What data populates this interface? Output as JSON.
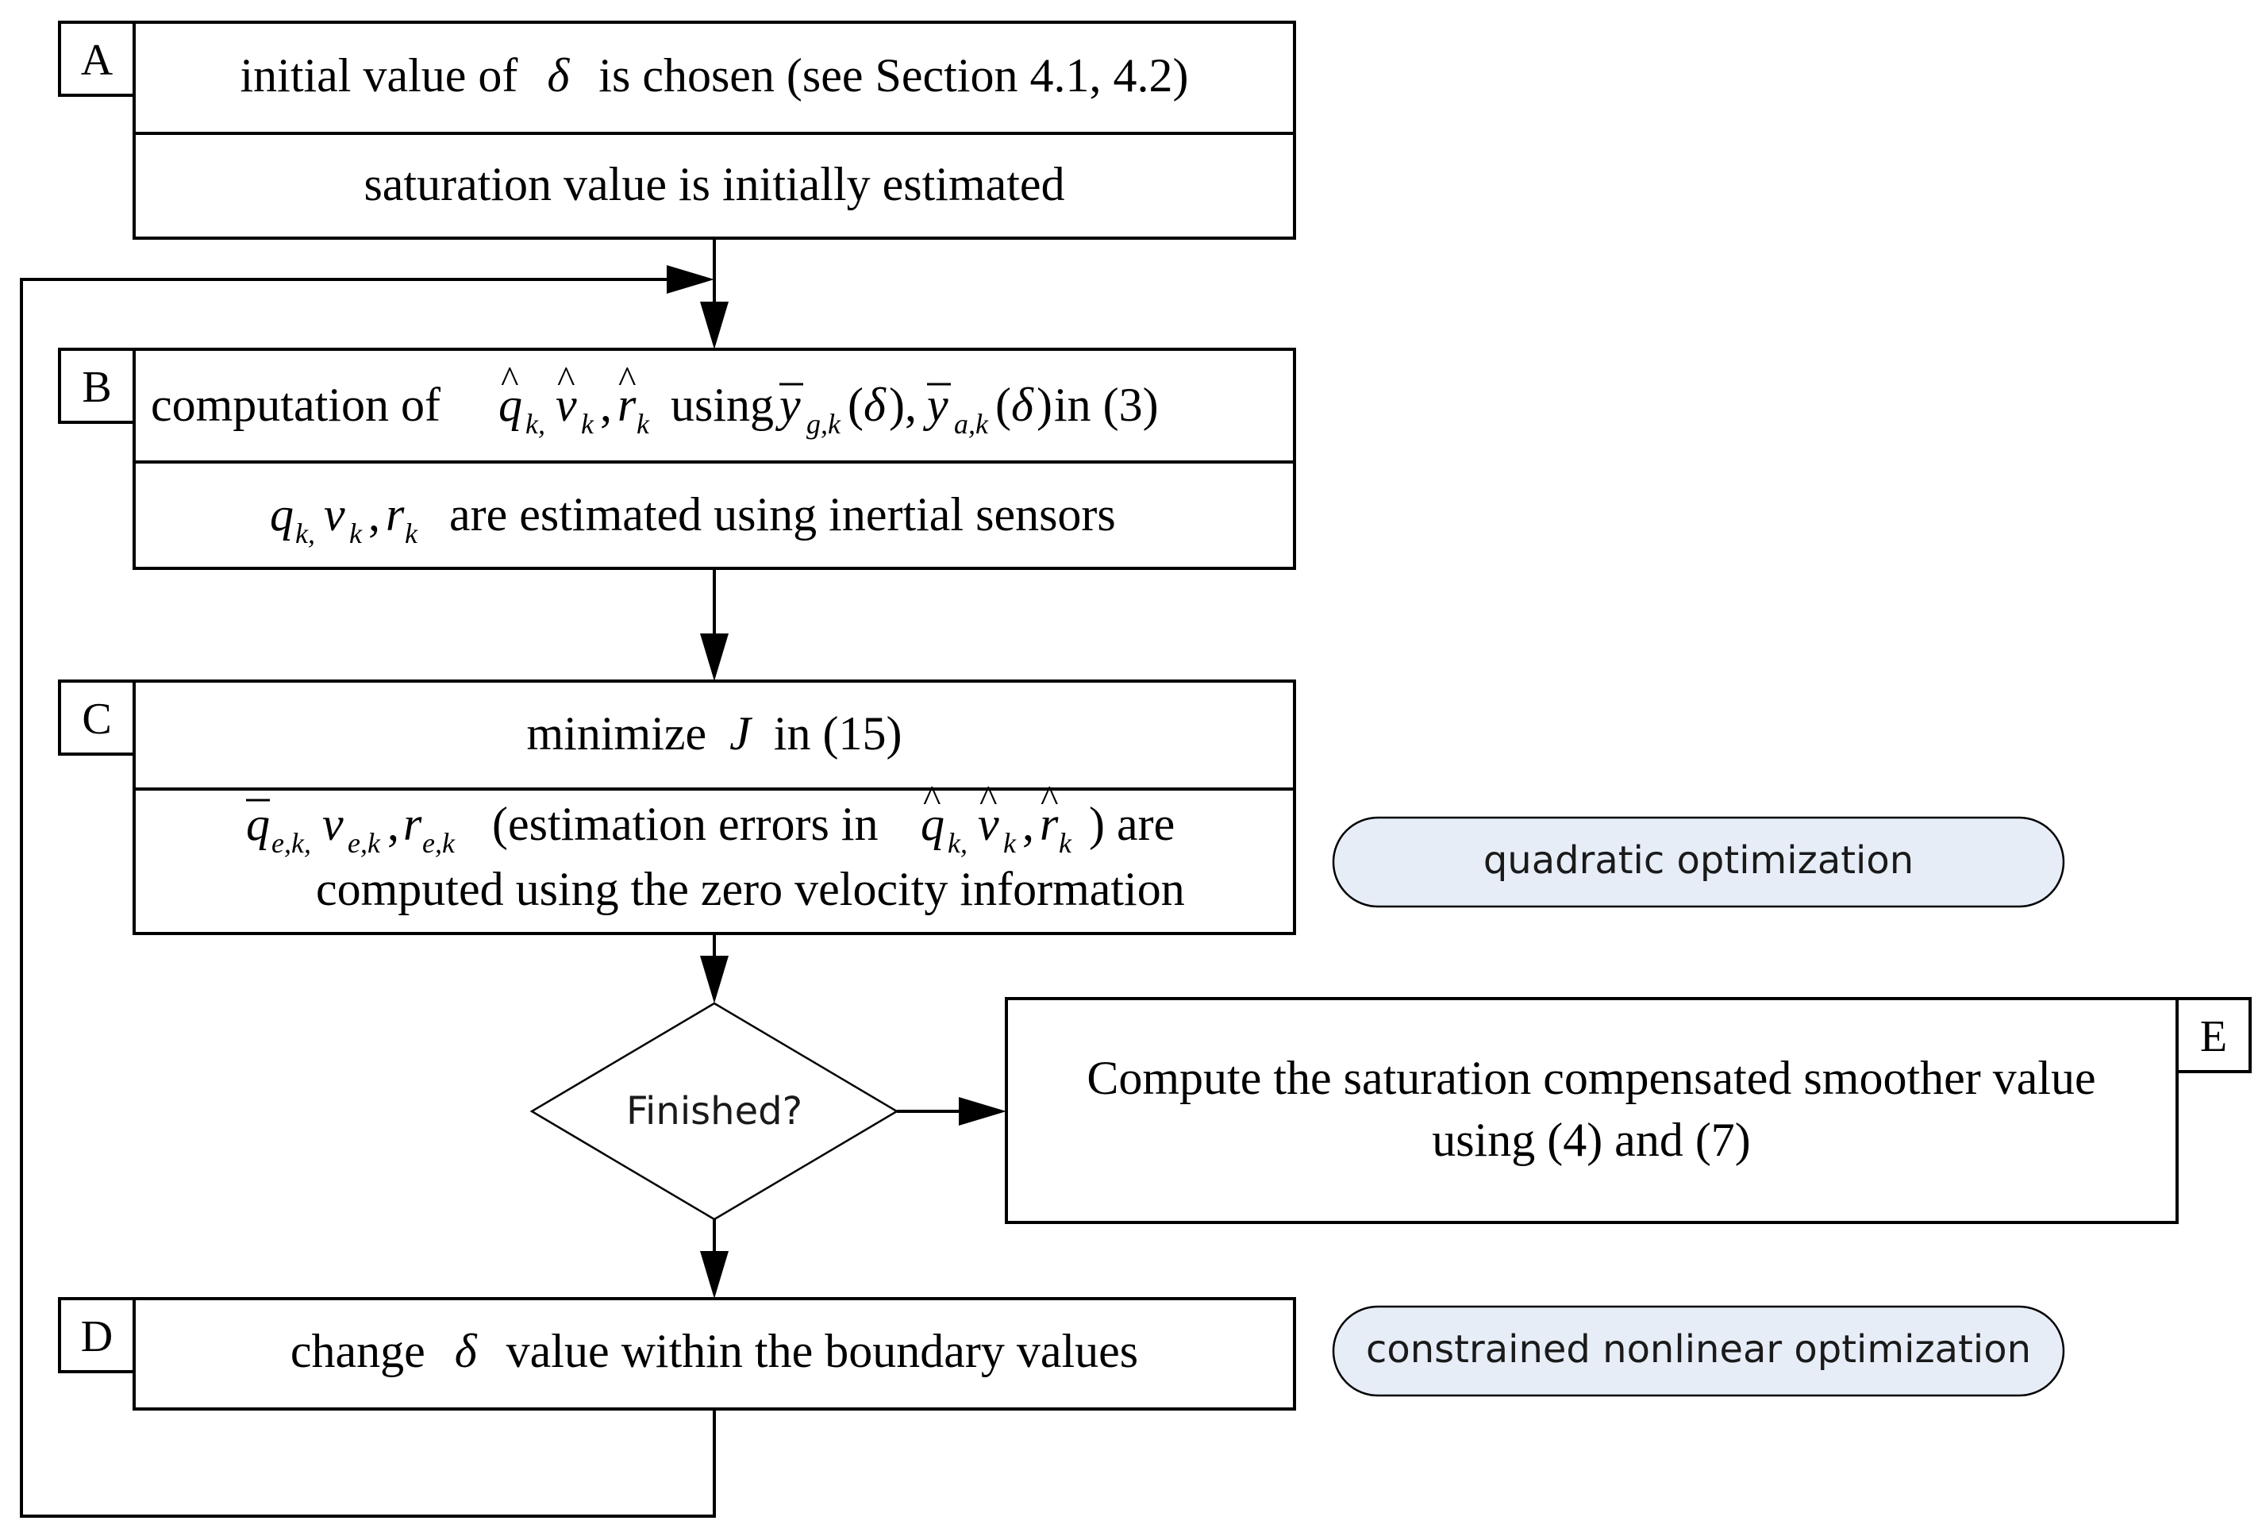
{
  "blocks": {
    "A": {
      "tag": "A",
      "line1_pre": "initial value of",
      "line1_sym": "δ",
      "line1_post": "is chosen (see Section 4.1, 4.2)",
      "line2": "saturation value is initially estimated"
    },
    "B": {
      "tag": "B",
      "line1_pre": "computation of",
      "line1_mid": "using",
      "line1_post": "in (3)",
      "line2_post": "are estimated using inertial sensors"
    },
    "C": {
      "tag": "C",
      "line1_pre": "minimize",
      "line1_sym": "J",
      "line1_post": "in (15)",
      "line2_mid": "(estimation errors in",
      "line2_post": ") are",
      "line3": "computed using the zero velocity information"
    },
    "decision": {
      "label": "Finished?"
    },
    "E": {
      "tag": "E",
      "line1": "Compute the saturation compensated smoother value",
      "line2": "using (4) and (7)"
    },
    "D": {
      "tag": "D",
      "line1_pre": "change",
      "line1_sym": "δ",
      "line1_post": "value within the boundary values"
    }
  },
  "notes": {
    "quadratic": "quadratic optimization",
    "constrained": "constrained nonlinear optimization"
  }
}
